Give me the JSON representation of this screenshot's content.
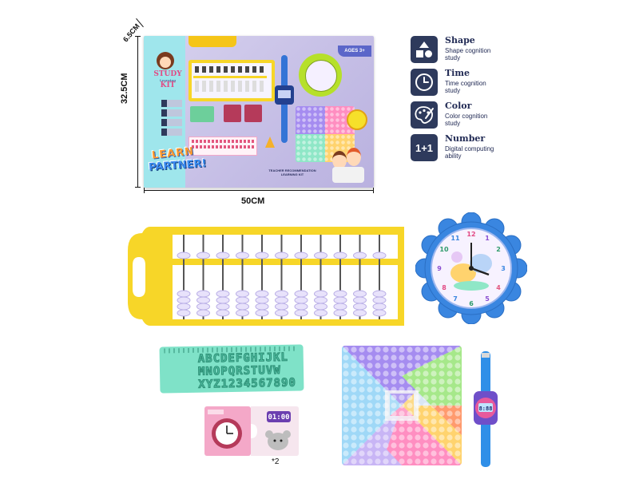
{
  "package": {
    "kit_title_line1": "STUDY",
    "kit_title_sub": "Learning",
    "kit_title_line2": "KIT",
    "logo_line1": "LEARN",
    "logo_line2": "PARTNER!",
    "ages_badge": "AGES 3+",
    "teacher_line1": "TEACHER RECOMMENDATION",
    "teacher_line2": "LEARNING KIT"
  },
  "dimensions": {
    "width": "50CM",
    "height": "32.5CM",
    "depth": "6.5CM"
  },
  "features": [
    {
      "icon": "shapes-icon",
      "title": "Shape",
      "desc_line1": "Shape cognition",
      "desc_line2": "study"
    },
    {
      "icon": "clock-icon",
      "title": "Time",
      "desc_line1": "Time cognition",
      "desc_line2": "study"
    },
    {
      "icon": "palette-icon",
      "title": "Color",
      "desc_line1": "Color cognition",
      "desc_line2": "study"
    },
    {
      "icon": "number-icon",
      "title": "Number",
      "icon_text": "1+1",
      "desc_line1": "Digital computing",
      "desc_line2": "ability"
    }
  ],
  "products": {
    "ruler_row1": "ABCDEFGHIJKL",
    "ruler_row2": "MNOPQRSTUVW",
    "ruler_row3": "XYZ1234567890",
    "card_time": "01:00",
    "card_multiplier": "*2",
    "watch_time": "8:88"
  },
  "colors": {
    "abacus": "#f7d628",
    "clock": "#3a86e0",
    "box_side": "#9fe6ec",
    "feature_icon_bg": "#2e3a5c"
  }
}
